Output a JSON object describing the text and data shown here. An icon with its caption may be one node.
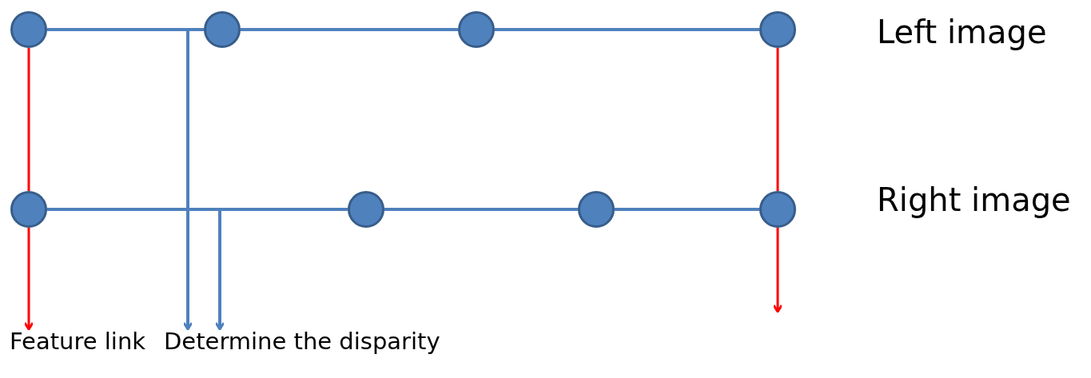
{
  "diagram": {
    "nodes": [
      {
        "text": [],
        "shape": "circle"
      },
      {
        "text": [],
        "shape": "circle"
      },
      {
        "text": [],
        "shape": "circle"
      },
      {
        "text": [],
        "shape": "circle"
      },
      {
        "text": [],
        "shape": "circle"
      },
      {
        "text": [],
        "shape": "circle"
      },
      {
        "text": [],
        "shape": "circle"
      },
      {
        "text": [],
        "shape": "circle"
      },
      {
        "text": [
          "Feature link"
        ]
      },
      {
        "text": [
          "Determine the disparity"
        ]
      }
    ],
    "edges": [
      {
        "from": 0,
        "to": 1,
        "arrow": "none"
      },
      {
        "from": 1,
        "to": 2,
        "arrow": "none"
      },
      {
        "from": 2,
        "to": 3,
        "arrow": "none"
      },
      {
        "from": 4,
        "to": 5,
        "arrow": "none"
      },
      {
        "from": 5,
        "to": 6,
        "arrow": "none"
      },
      {
        "from": 6,
        "to": 7,
        "arrow": "none"
      },
      {
        "from": 0,
        "to": 4,
        "arrow": "none",
        "color": "#ff0000"
      },
      {
        "from": 4,
        "to": 8,
        "arrow": "to",
        "color": "#ff0000"
      },
      {
        "from": 3,
        "to": 7,
        "arrow": "none",
        "color": "#ff0000"
      },
      {
        "from": 7,
        "to": null,
        "arrow": "to",
        "color": "#ff0000"
      },
      {
        "from": null,
        "to": 9,
        "arrow": "to"
      },
      {
        "from": null,
        "to": 9,
        "arrow": "to"
      }
    ],
    "labels": [
      "Left image",
      "Right image"
    ]
  }
}
